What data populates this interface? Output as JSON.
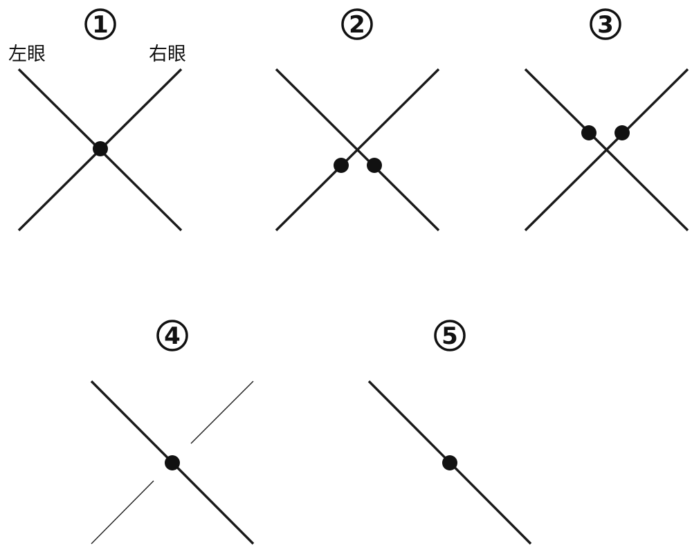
{
  "panels": [
    {
      "number": "1",
      "left_eye_label": "左眼",
      "right_eye_label": "右眼"
    },
    {
      "number": "2"
    },
    {
      "number": "3"
    },
    {
      "number": "4"
    },
    {
      "number": "5"
    }
  ]
}
